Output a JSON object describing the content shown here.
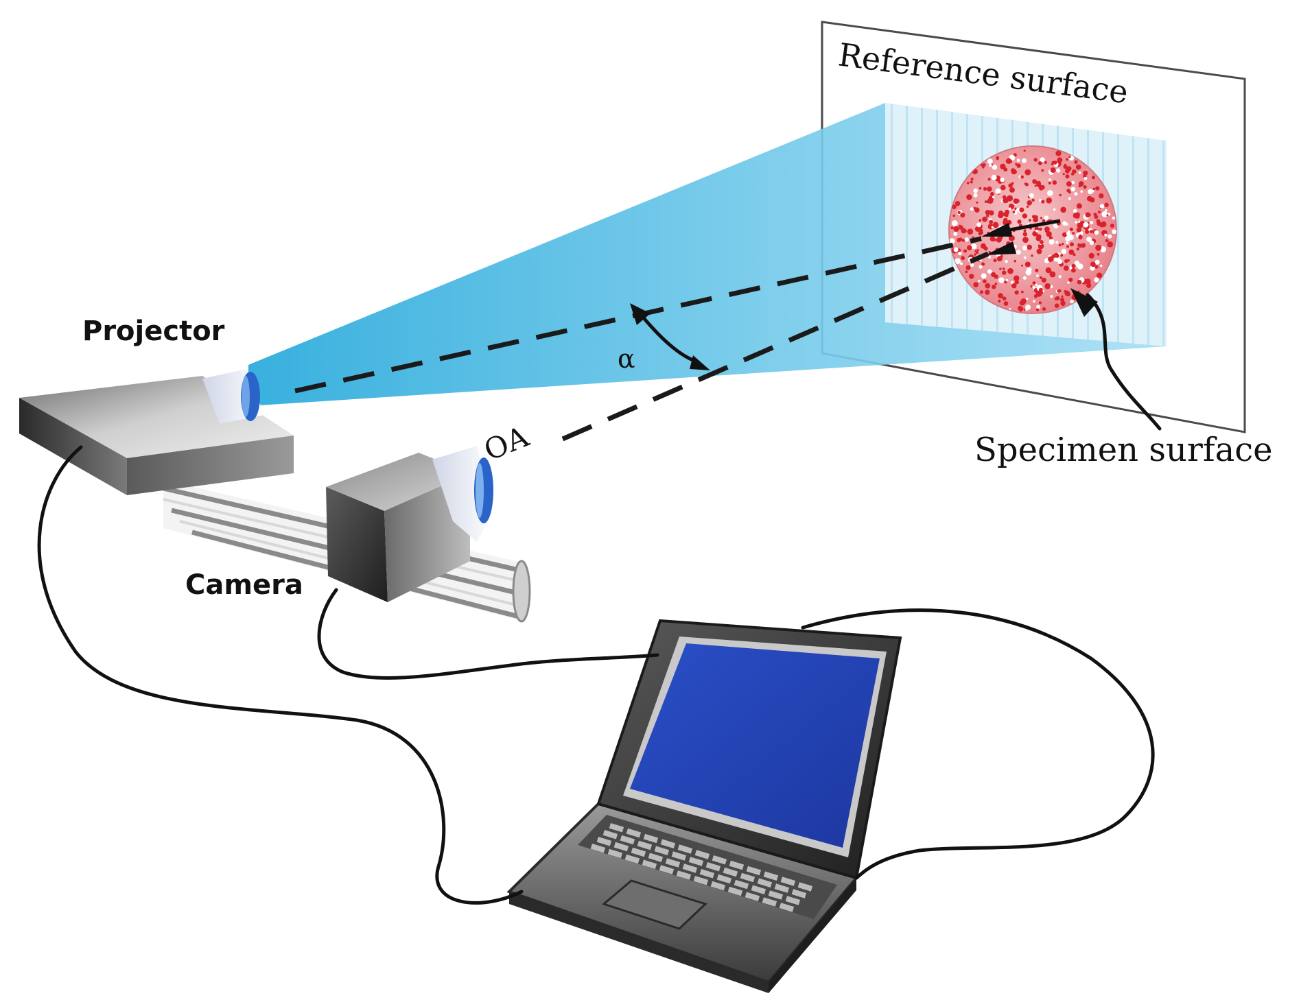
{
  "labels": {
    "projector": "Projector",
    "camera": "Camera",
    "reference_surface": "Reference surface",
    "specimen_surface": "Specimen surface",
    "angle": "α",
    "optical_axis": "OA"
  },
  "colors": {
    "projection_beam": "#3fb3e0",
    "fringe_lines": "#cdeaf6",
    "lens_blue": "#2a64c8",
    "speckle_red": "#d8222c",
    "laptop_screen": "#2445b8",
    "device_dark": "#3a3a3a",
    "cable": "#111111"
  }
}
